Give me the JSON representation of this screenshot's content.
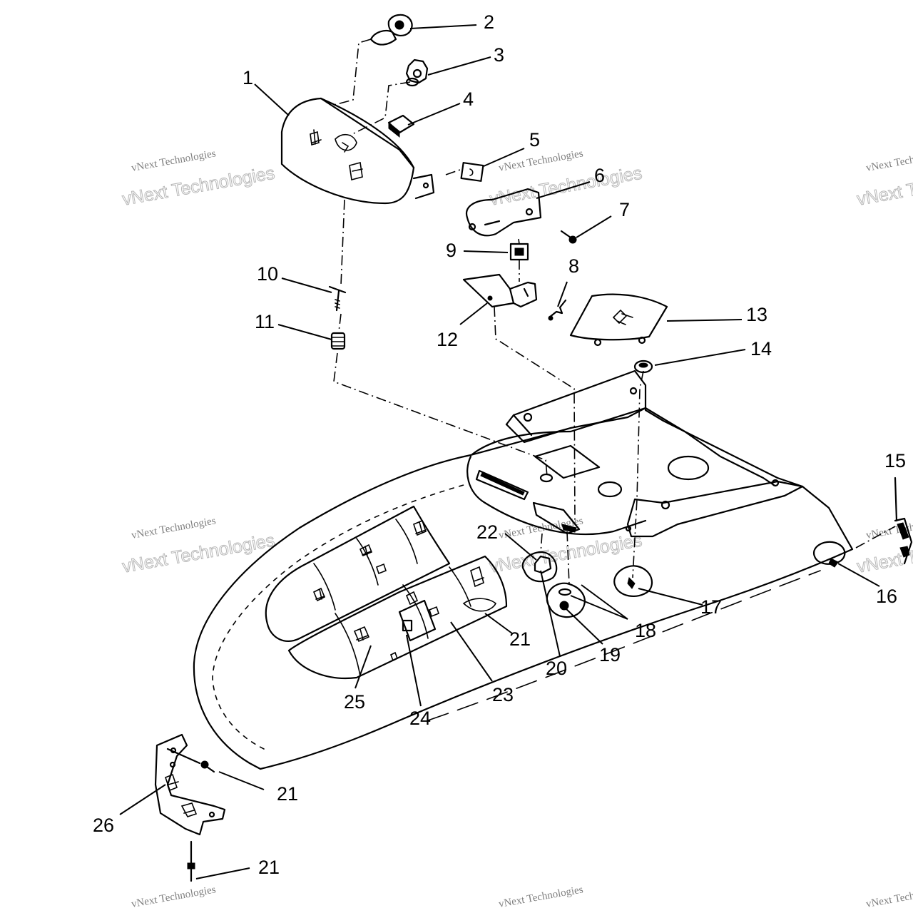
{
  "diagram": {
    "callouts": [
      {
        "id": "c1",
        "text": "1"
      },
      {
        "id": "c2",
        "text": "2"
      },
      {
        "id": "c3",
        "text": "3"
      },
      {
        "id": "c4",
        "text": "4"
      },
      {
        "id": "c5",
        "text": "5"
      },
      {
        "id": "c6",
        "text": "6"
      },
      {
        "id": "c7",
        "text": "7"
      },
      {
        "id": "c8",
        "text": "8"
      },
      {
        "id": "c9",
        "text": "9"
      },
      {
        "id": "c10",
        "text": "10"
      },
      {
        "id": "c11",
        "text": "11"
      },
      {
        "id": "c12",
        "text": "12"
      },
      {
        "id": "c13",
        "text": "13"
      },
      {
        "id": "c14",
        "text": "14"
      },
      {
        "id": "c15",
        "text": "15"
      },
      {
        "id": "c16",
        "text": "16"
      },
      {
        "id": "c17",
        "text": "17"
      },
      {
        "id": "c18",
        "text": "18"
      },
      {
        "id": "c19",
        "text": "19"
      },
      {
        "id": "c20",
        "text": "20"
      },
      {
        "id": "c21a",
        "text": "21"
      },
      {
        "id": "c21b",
        "text": "21"
      },
      {
        "id": "c21c",
        "text": "21"
      },
      {
        "id": "c22",
        "text": "22"
      },
      {
        "id": "c23",
        "text": "23"
      },
      {
        "id": "c24",
        "text": "24"
      },
      {
        "id": "c25",
        "text": "25"
      },
      {
        "id": "c26",
        "text": "26"
      }
    ]
  },
  "watermark": {
    "line_small": "vNext Technologies",
    "line_big": "vNext Technologies"
  }
}
